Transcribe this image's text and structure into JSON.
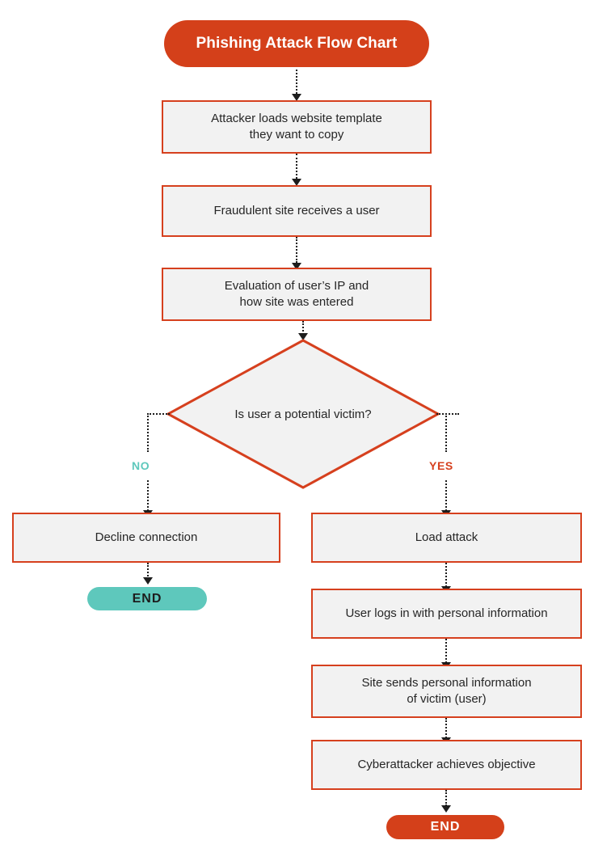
{
  "diagram": {
    "title": "Phishing Attack Flow Chart",
    "colors": {
      "accent_red": "#d4401a",
      "border_red": "#d6401e",
      "teal": "#5ec8bc",
      "node_fill": "#f2f2f2",
      "text": "#262626",
      "connector": "#1d1d1d",
      "background": "#ffffff"
    },
    "nodes": {
      "start": {
        "label": "Phishing Attack Flow Chart",
        "type": "terminator"
      },
      "step1": {
        "label": "Attacker loads website template they want to copy",
        "line1": "Attacker loads website template",
        "line2": "they want to copy",
        "type": "process"
      },
      "step2": {
        "label": "Fraudulent site receives a user",
        "type": "process"
      },
      "step3": {
        "label": "Evaluation of user’s IP and how site was entered",
        "line1": "Evaluation of user’s IP and",
        "line2": "how site was entered",
        "type": "process"
      },
      "decision": {
        "label": "Is user a potential victim?",
        "type": "decision"
      },
      "no_branch": {
        "label": "Decline connection",
        "type": "process"
      },
      "no_end": {
        "label": "END",
        "type": "terminator"
      },
      "yes_step1": {
        "label": "Load attack",
        "type": "process"
      },
      "yes_step2": {
        "label": "User logs in with personal information",
        "type": "process"
      },
      "yes_step3": {
        "label": "Site sends personal information of victim (user)",
        "line1": "Site sends personal information",
        "line2": "of victim (user)",
        "type": "process"
      },
      "yes_step4": {
        "label": "Cyberattacker achieves objective",
        "type": "process"
      },
      "yes_end": {
        "label": "END",
        "type": "terminator"
      }
    },
    "branches": {
      "no_label": "NO",
      "yes_label": "YES"
    }
  }
}
